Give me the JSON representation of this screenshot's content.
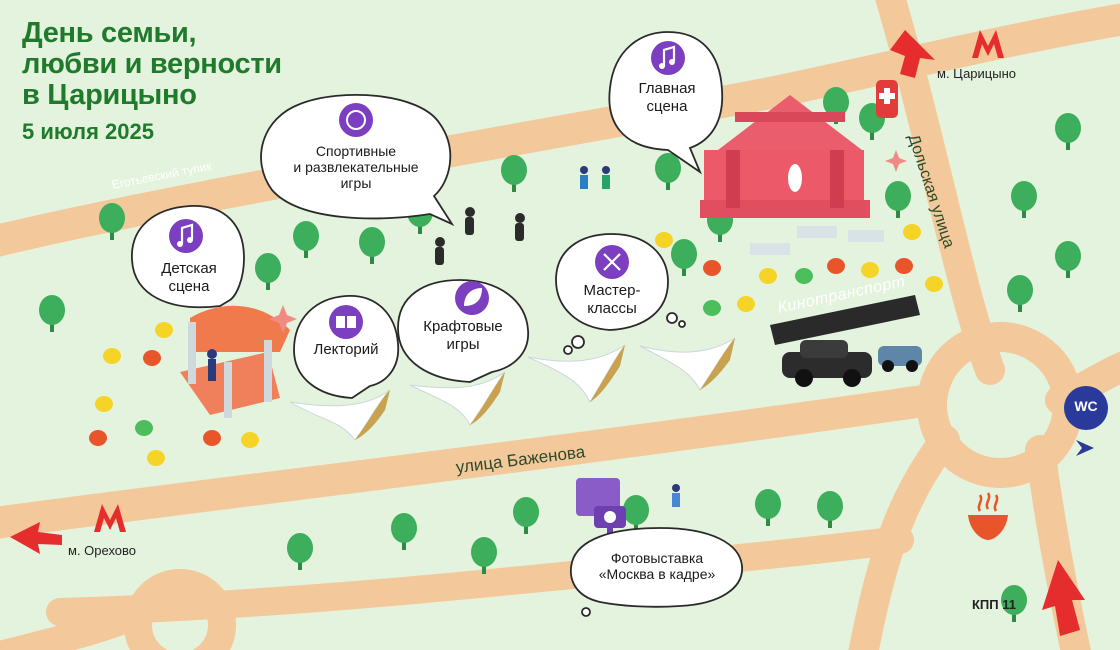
{
  "header": {
    "title": "День семьи,\nлюбви и верности\nв Царицыно",
    "date": "5 июля 2025"
  },
  "streets": {
    "egotevsky": "Еготьевский тупик",
    "bazhenova": "улица Баженова",
    "dolskaya": "Дольская улица"
  },
  "metro": {
    "tsaritsyno": "м. Царицыно",
    "orekhovo": "м. Орехово"
  },
  "venues": {
    "main_stage": "Главная\nсцена",
    "sports_games": "Спортивные\nи развлекательные\nигры",
    "kids_stage": "Детская\nсцена",
    "lecture_hall": "Лекторий",
    "craft_games": "Крафтовые\nигры",
    "workshops": "Мастер-\nклассы",
    "kinotransport": "Кинотранспорт",
    "photo_exhibition": "Фотовыставка\n«Москва в кадре»"
  },
  "facilities": {
    "wc": "WC",
    "checkpoint": "КПП 11"
  },
  "icons": {
    "metro": "metro-icon",
    "music": "music-note-icon",
    "sport": "ball-icon",
    "book": "book-icon",
    "leaf": "leaf-icon",
    "scissors": "scissors-icon",
    "first_aid": "first-aid-icon",
    "food": "food-bowl-icon",
    "photo": "camera-icon"
  },
  "colors": {
    "background": "#e4f3dd",
    "road": "#f3c89a",
    "title": "#1f7a2c",
    "accent_purple": "#7b3fbf",
    "stage_red": "#ec5a6a",
    "metro_red": "#e52d2d",
    "navy": "#2a3a7a"
  }
}
